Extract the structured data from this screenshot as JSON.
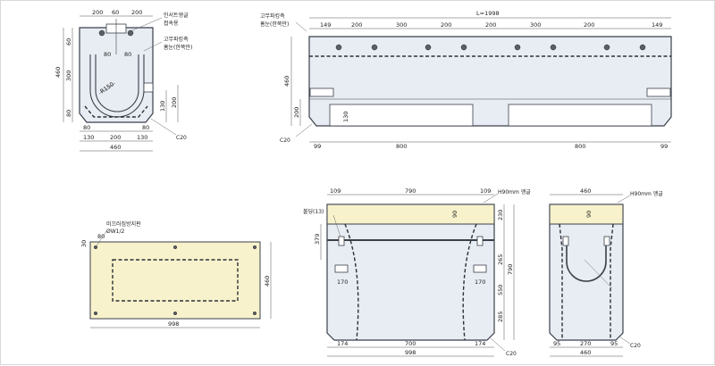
{
  "views": {
    "cross_section": {
      "labels": {
        "insert_anchor": "인서트앵글",
        "joint": "접속용",
        "rubber_seal": "고무파킹측",
        "rubber_seal_note": "홈눈(한쪽만)",
        "chamfer": "C20"
      },
      "dims": {
        "top_a": "200",
        "top_b": "60",
        "top_c": "200",
        "height_total": "460",
        "h_top": "60",
        "h_mid": "300",
        "h_low": "80",
        "radius": "R150",
        "r80a": "80",
        "r80b": "80",
        "right_130": "130",
        "right_200": "200",
        "bot_80a": "80",
        "bot_80b": "80",
        "bot_130a": "130",
        "bot_200": "200",
        "bot_130b": "130",
        "width_total": "460"
      }
    },
    "side_elevation": {
      "labels": {
        "rubber_seal": "고무파킹측",
        "rubber_seal_note": "홈눈(한쪽만)",
        "chamfer": "C20"
      },
      "dims": {
        "length_total": "L=1998",
        "seg": [
          "149",
          "200",
          "300",
          "200",
          "200",
          "300",
          "200",
          "149"
        ],
        "height": "460",
        "h_lower": "200",
        "h_slot": "130",
        "bot_99a": "99",
        "bot_800a": "800",
        "bot_800b": "800",
        "bot_99b": "99"
      }
    },
    "plan_view": {
      "labels": {
        "lifting_hole": "미끄러짐방지판",
        "hole_size": "ØW1/2"
      },
      "dims": {
        "d30": "30",
        "d80": "80",
        "width": "460",
        "length": "998"
      }
    },
    "front_view": {
      "labels": {
        "angle_note": "H90mm 앵글",
        "hole_note": "볼딩(13)",
        "chamfer": "C20"
      },
      "dims": {
        "top_109a": "109",
        "top_790": "790",
        "top_109b": "109",
        "d90": "90",
        "d379": "379",
        "d170a": "170",
        "d170b": "170",
        "r_230": "230",
        "r_265": "265",
        "r_550": "550",
        "r_285": "285",
        "r_790": "790",
        "bot_174a": "174",
        "bot_700": "700",
        "bot_174b": "174",
        "bot_998": "998"
      }
    },
    "end_view": {
      "labels": {
        "angle_note": "H90mm 앵글",
        "chamfer": "C20"
      },
      "dims": {
        "top_460": "460",
        "d90": "90",
        "bot_95a": "95",
        "bot_270": "270",
        "bot_95b": "95",
        "bot_460": "460"
      }
    }
  },
  "colors": {
    "body": "#e8edf3",
    "cover": "#f8f2cc",
    "line": "#3a3f4a"
  }
}
